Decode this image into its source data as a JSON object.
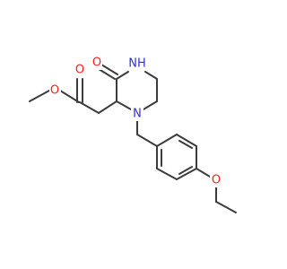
{
  "molecule": {
    "atom_labels": {
      "ester_oxygen": "O",
      "carbonyl_oxygen_ester": "O",
      "carbonyl_oxygen_ring": "O",
      "ring_nh": "NH",
      "ring_n": "N",
      "ether_oxygen": "O"
    },
    "colors": {
      "bond": "#3c3c3c",
      "oxygen": "#ff2020",
      "nitrogen": "#2f2fdc",
      "background": "#ffffff"
    }
  }
}
